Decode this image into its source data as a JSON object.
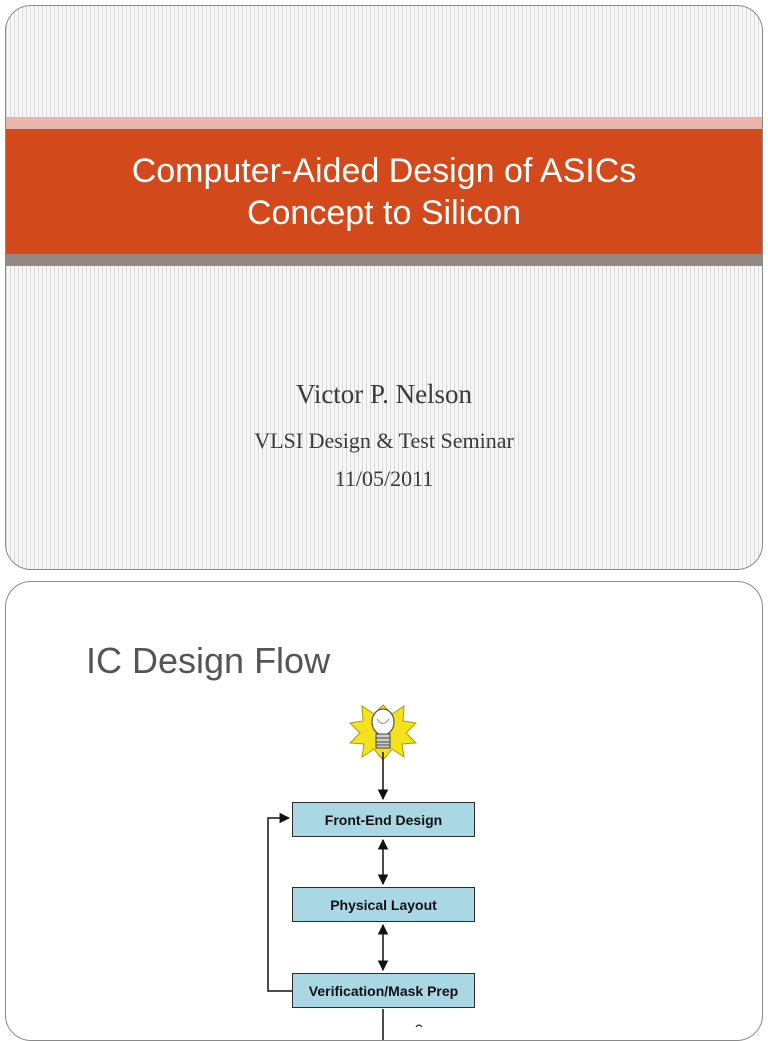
{
  "slide1": {
    "title_line1": "Computer-Aided Design of ASICs",
    "title_line2": "Concept to Silicon",
    "author": "Victor P. Nelson",
    "event": "VLSI Design & Test Seminar",
    "date": "11/05/2011",
    "colors": {
      "band": "#d24a1c",
      "band_top": "#e8b5ac",
      "band_bottom": "#938a86"
    }
  },
  "slide2": {
    "title": "IC Design Flow",
    "flow": {
      "start_icon": "lightbulb-idea-icon",
      "steps": [
        "Front-End Design",
        "Physical Layout",
        "Verification/Mask Prep"
      ],
      "box_color": "#a9d7e3"
    }
  }
}
